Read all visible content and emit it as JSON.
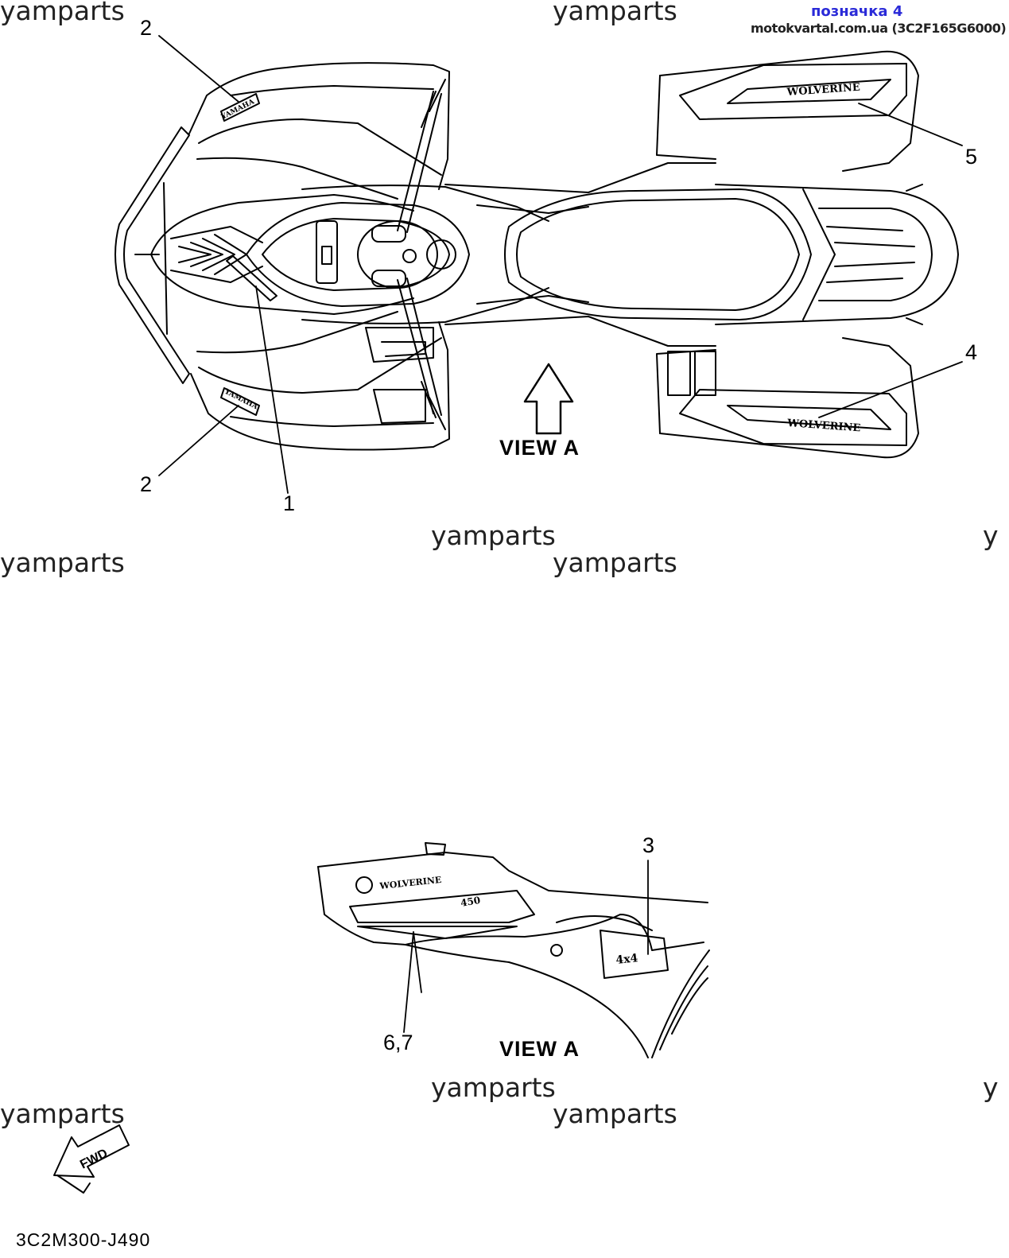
{
  "header": {
    "link_text": "позначка 4",
    "site_text": "motokvartal.com.ua (3C2F165G6000)",
    "link_color": "#2a2ad8"
  },
  "watermark": "yamparts",
  "watermark_partial": "y",
  "callouts": {
    "c1": "1",
    "c2a": "2",
    "c2b": "2",
    "c3": "3",
    "c4": "4",
    "c5": "5",
    "c67": "6,7"
  },
  "view_top": "VIEW A",
  "view_bottom": "VIEW A",
  "fwd_label": "FWD",
  "drawing_code": "3C2M300-J490",
  "decal_text": {
    "wolverine": "WOLVERINE",
    "yamaha": "YAMAHA",
    "four_by_four": "4x4",
    "model": "450"
  }
}
